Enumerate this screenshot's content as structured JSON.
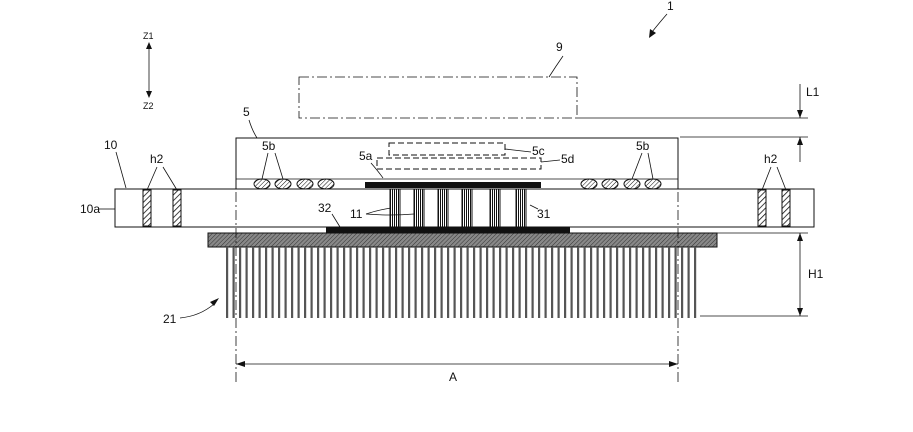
{
  "labels": {
    "assembly": "1",
    "part9": "9",
    "part5": "5",
    "part5a": "5a",
    "part5b_left": "5b",
    "part5b_right": "5b",
    "part5c": "5c",
    "part5d": "5d",
    "board": "10",
    "board_edge": "10a",
    "hole_left": "h2",
    "hole_right": "h2",
    "pins": "11",
    "part31": "31",
    "part32": "32",
    "heatsink": "21",
    "dim_L1": "L1",
    "dim_H1": "H1",
    "dim_A": "A",
    "axis_z1": "Z1",
    "axis_z2": "Z2"
  }
}
